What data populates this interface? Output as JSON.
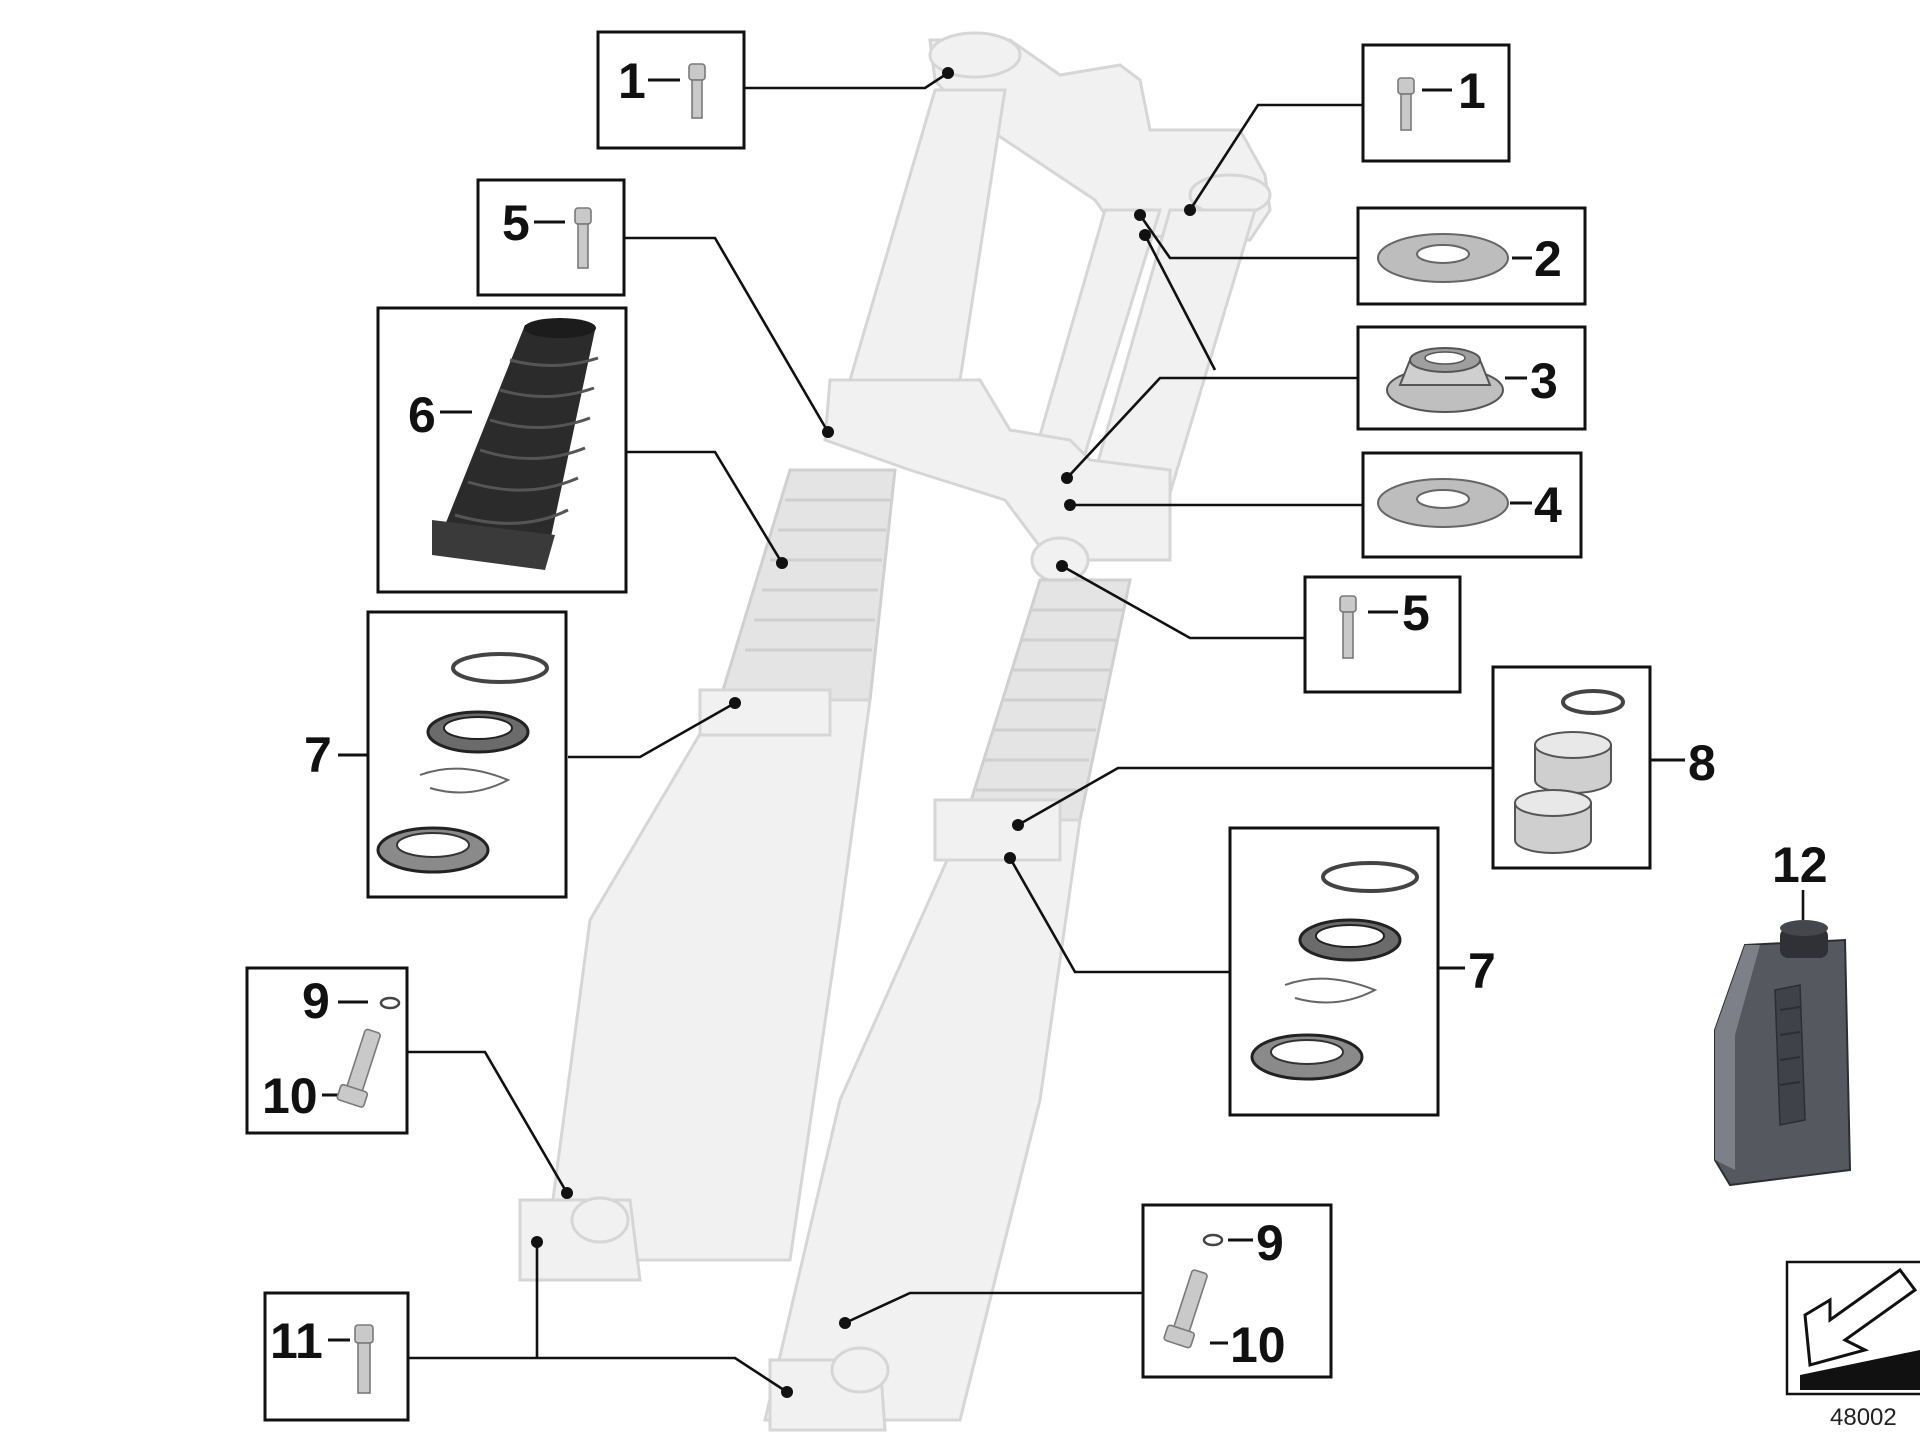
{
  "diagram": {
    "callouts": [
      {
        "id": "c1a",
        "label": "1"
      },
      {
        "id": "c1b",
        "label": "1"
      },
      {
        "id": "c2",
        "label": "2"
      },
      {
        "id": "c3",
        "label": "3"
      },
      {
        "id": "c4",
        "label": "4"
      },
      {
        "id": "c5a",
        "label": "5"
      },
      {
        "id": "c5b",
        "label": "5"
      },
      {
        "id": "c6",
        "label": "6"
      },
      {
        "id": "c7a",
        "label": "7"
      },
      {
        "id": "c7b",
        "label": "7"
      },
      {
        "id": "c8",
        "label": "8"
      },
      {
        "id": "c9a",
        "label": "9"
      },
      {
        "id": "c9b",
        "label": "9"
      },
      {
        "id": "c10a",
        "label": "10"
      },
      {
        "id": "c10b",
        "label": "10"
      },
      {
        "id": "c11",
        "label": "11"
      },
      {
        "id": "c12",
        "label": "12"
      }
    ],
    "reference_number": "48002"
  },
  "colors": {
    "line": "#111111",
    "fork_body": "#f1f1f1",
    "rubber": "#2b2b2b",
    "metal": "#c9c9c9"
  },
  "icons": [
    "fork-assembly-icon",
    "bolt-icon",
    "washer-icon",
    "bearing-icon",
    "gaiter-icon",
    "seal-kit-icon",
    "bushing-icon",
    "oil-bottle-icon",
    "ring-icon",
    "corner-arrow-icon"
  ]
}
